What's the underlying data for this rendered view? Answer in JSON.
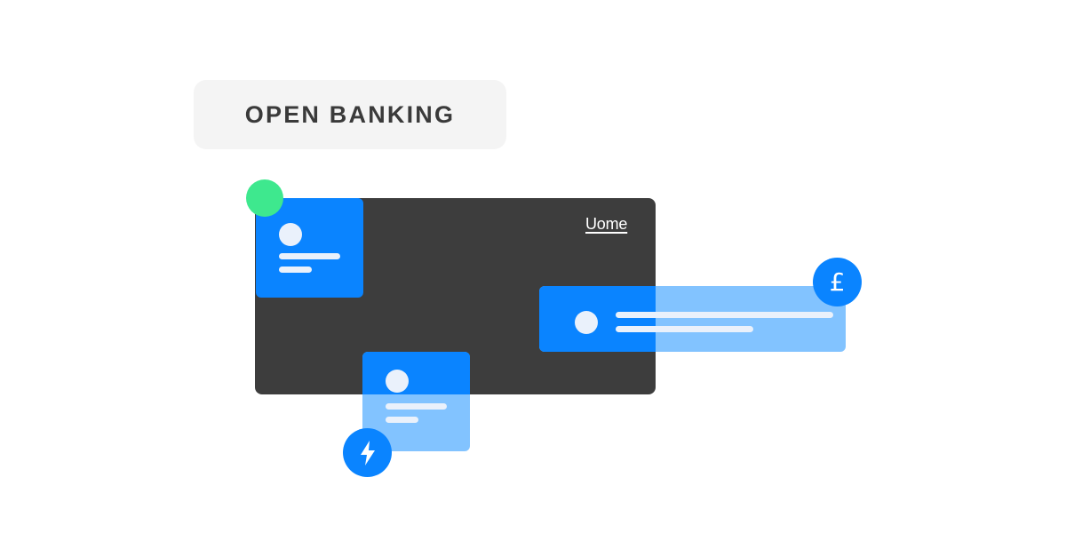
{
  "banner": {
    "label": "OPEN BANKING"
  },
  "card": {
    "brand": "Uome"
  },
  "badges": {
    "status_icon": "green-dot",
    "currency_icon": "pound-sterling-icon",
    "currency_symbol": "£",
    "speed_icon": "lightning-bolt-icon"
  },
  "colors": {
    "card": "#3d3d3d",
    "primary_blue": "#0a84ff",
    "light_blue": "#82c3ff",
    "green": "#3ee88e",
    "placeholder": "#eaf1fb",
    "banner_bg": "#f4f4f4",
    "banner_text": "#3a3a3a"
  }
}
